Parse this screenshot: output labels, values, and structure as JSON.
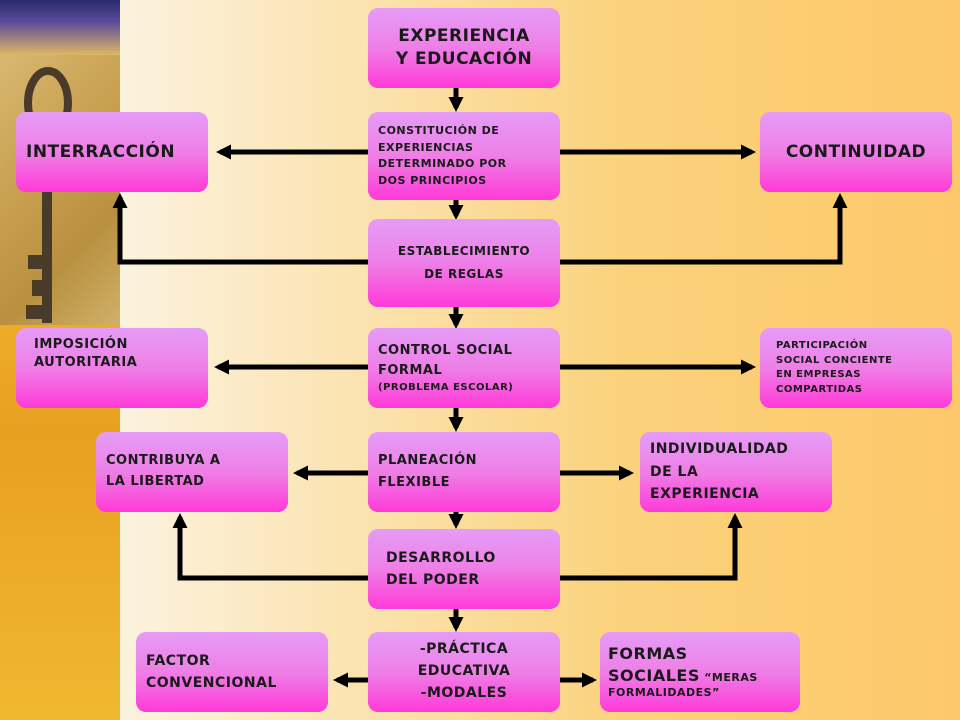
{
  "boxes": {
    "experiencia": [
      "EXPERIENCIA",
      "Y EDUCACIÓN"
    ],
    "constitucion": [
      "CONSTITUCIÓN DE",
      "EXPERIENCIAS",
      "DETERMINADO POR",
      "DOS PRINCIPIOS"
    ],
    "interraccion": "INTERRACCIÓN",
    "continuidad": "CONTINUIDAD",
    "establecimiento": [
      "ESTABLECIMIENTO",
      "DE REGLAS"
    ],
    "imposicion": [
      "IMPOSICIÓN",
      "AUTORITARIA"
    ],
    "control": [
      "CONTROL SOCIAL",
      "FORMAL",
      "(PROBLEMA ESCOLAR)"
    ],
    "participacion": [
      "PARTICIPACIÓN",
      "SOCIAL CONCIENTE",
      "EN EMPRESAS",
      "COMPARTIDAS"
    ],
    "contribuya": [
      "CONTRIBUYA A",
      "LA LIBERTAD"
    ],
    "planeacion": [
      "PLANEACIÓN",
      "FLEXIBLE"
    ],
    "individualidad": [
      "INDIVIDUALIDAD",
      "DE LA",
      "EXPERIENCIA"
    ],
    "desarrollo": [
      "DESARROLLO",
      "DEL PODER"
    ],
    "practica": [
      "-PRÁCTICA",
      "EDUCATIVA",
      "-MODALES"
    ],
    "factor": [
      "FACTOR",
      "CONVENCIONAL"
    ],
    "formas": {
      "line1": "FORMAS",
      "line2_big": "SOCIALES",
      "line2_small": " “MERAS",
      "line3": "FORMALIDADES”"
    }
  },
  "colors": {
    "box_top": "#e59cf7",
    "box_bottom": "#ff3ad8",
    "arrow": "#000000"
  }
}
